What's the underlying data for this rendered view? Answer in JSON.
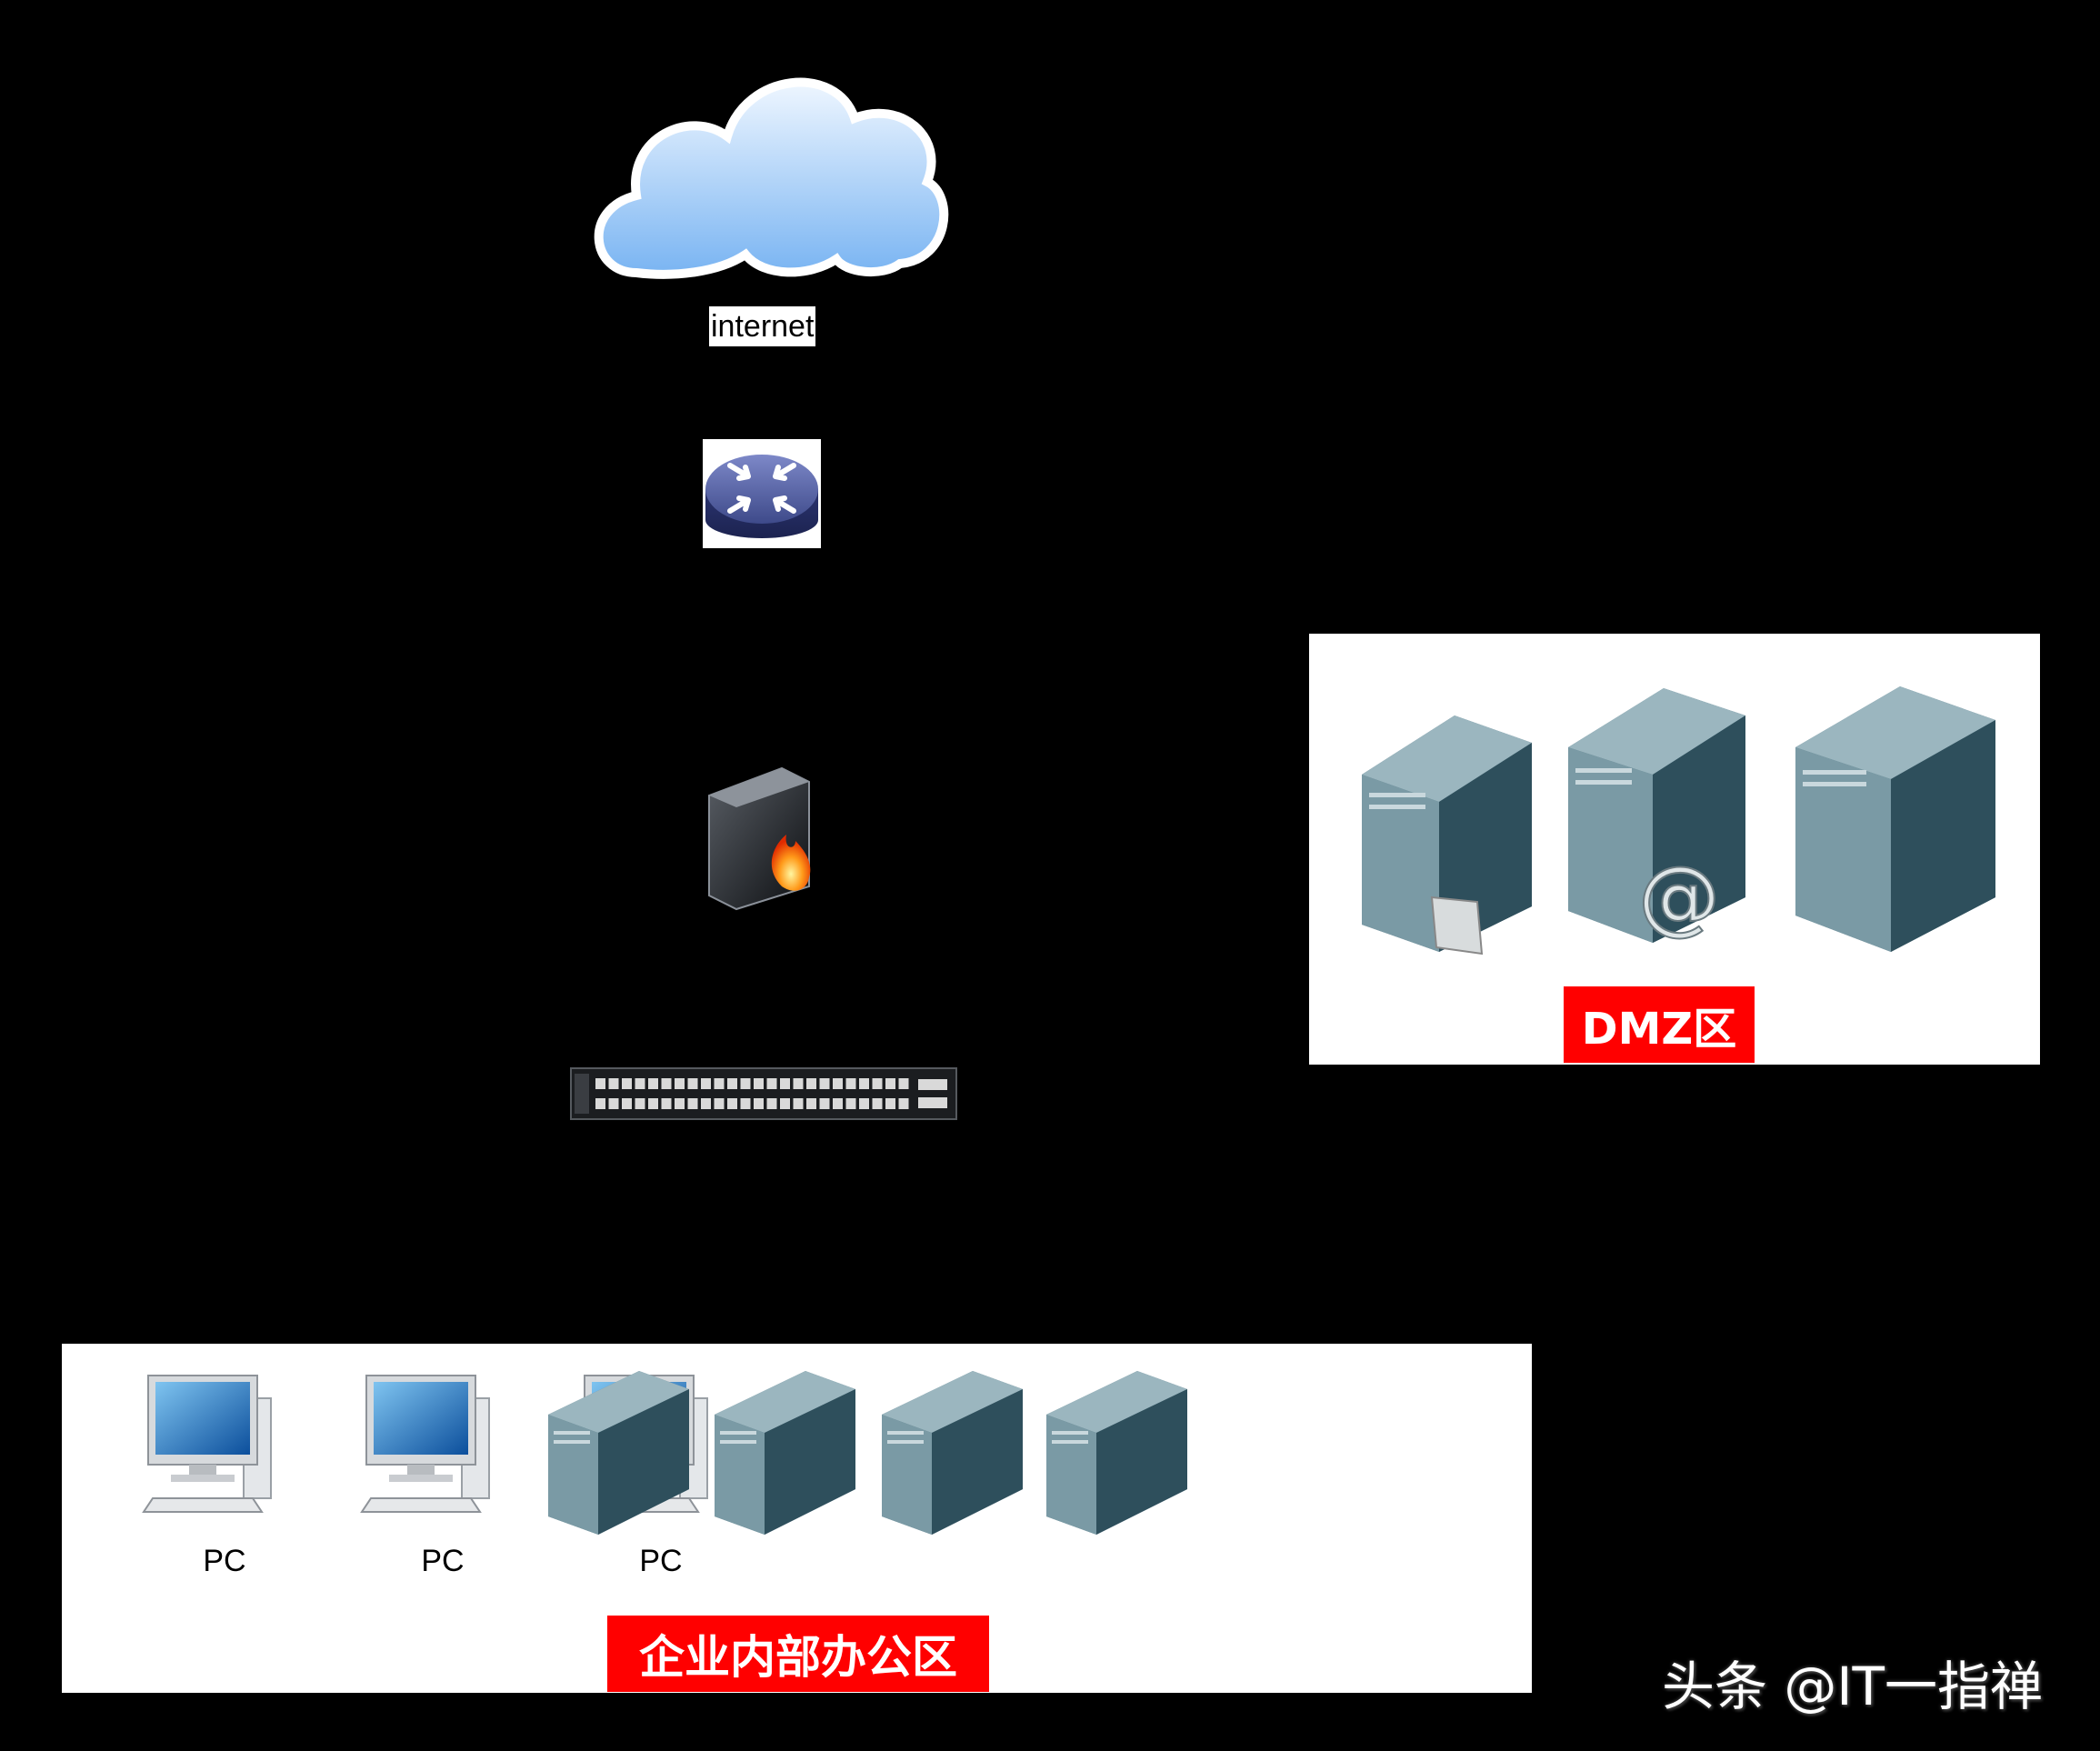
{
  "diagram": {
    "internet": {
      "label": "internet",
      "icon": "cloud-icon"
    },
    "router": {
      "icon": "router-icon"
    },
    "firewall": {
      "icon": "firewall-icon"
    },
    "switch": {
      "icon": "switch-icon"
    },
    "dmz": {
      "label": "DMZ区",
      "servers": [
        {
          "icon": "file-server-icon"
        },
        {
          "icon": "mail-server-icon"
        },
        {
          "icon": "server-icon"
        }
      ]
    },
    "office": {
      "label": "企业内部办公区",
      "pcs": [
        {
          "label": "PC",
          "icon": "pc-icon"
        },
        {
          "label": "PC",
          "icon": "pc-icon"
        },
        {
          "label": "PC",
          "icon": "pc-icon"
        }
      ],
      "servers": [
        {
          "icon": "server-icon"
        },
        {
          "icon": "server-icon"
        },
        {
          "icon": "server-icon"
        },
        {
          "icon": "server-icon"
        }
      ]
    }
  },
  "watermark": "头条 @IT一指禅",
  "colors": {
    "background": "#000000",
    "zone_fill": "#ffffff",
    "zone_label_fill": "#ff0000",
    "server_face": "#2e4f5c",
    "server_side": "#6e8e99",
    "router": "#3e4a8a",
    "cloud": "#a9d0f5"
  }
}
